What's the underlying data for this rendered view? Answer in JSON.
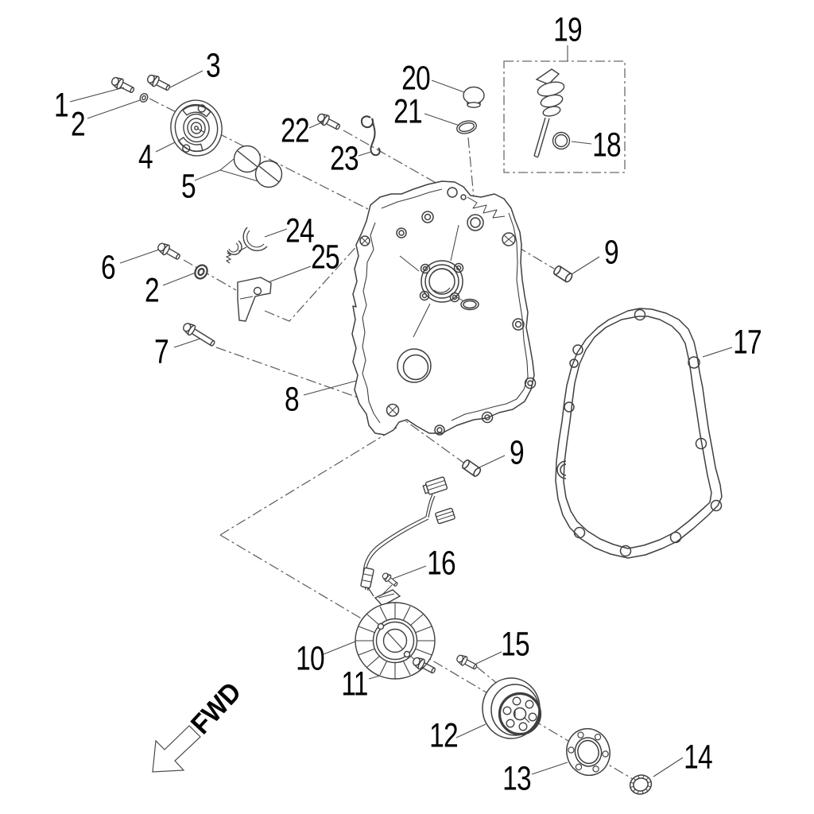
{
  "diagram": {
    "type": "exploded-parts-diagram",
    "subject": "engine-crankcase-cover-assembly",
    "background_color": "#ffffff",
    "line_color": "#3f3f3f",
    "callout_color": "#000000",
    "direction_indicator": "FWD",
    "callouts": [
      "1",
      "2",
      "3",
      "4",
      "5",
      "22",
      "23",
      "20",
      "21",
      "19",
      "18",
      "6",
      "2",
      "24",
      "25",
      "7",
      "9",
      "17",
      "8",
      "9",
      "16",
      "10",
      "11",
      "15",
      "12",
      "13",
      "14"
    ]
  }
}
